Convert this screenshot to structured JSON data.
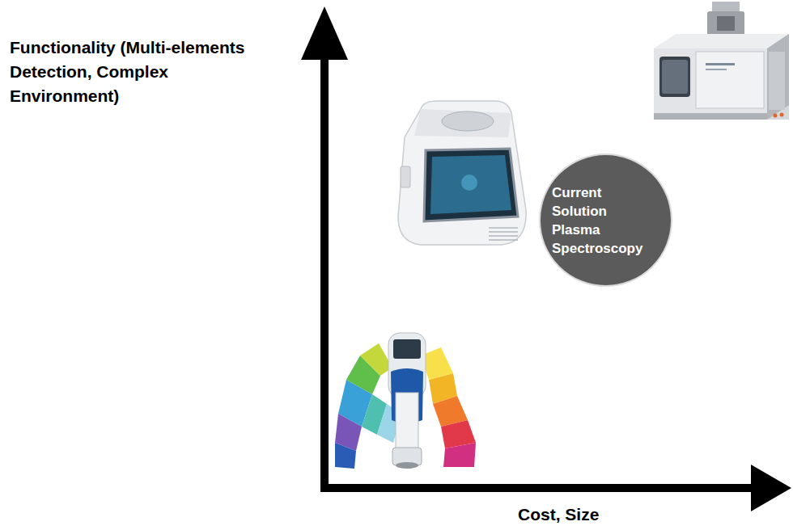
{
  "diagram": {
    "nodes": [
      {
        "text": [
          "Current Solution Plasma Spectroscopy"
        ]
      }
    ],
    "labels": [
      "Functionality (Multi-elements Detection, Complex Environment)",
      "Cost, Size"
    ]
  }
}
